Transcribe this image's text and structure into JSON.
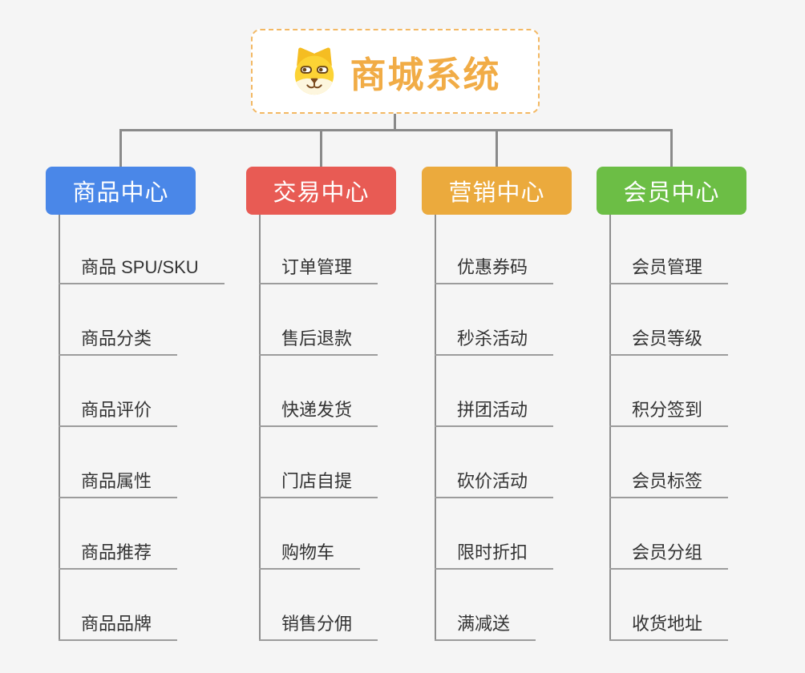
{
  "colors": {
    "background": "#f5f5f5",
    "connector": "#8a8a8a",
    "leaf_line": "#9c9c9c",
    "leaf_text": "#333333"
  },
  "root": {
    "title": "商城系统",
    "icon": "dog-icon",
    "text_color": "#f1ac46",
    "border_color": "#f3b863",
    "background": "#ffffff"
  },
  "branches": [
    {
      "label": "商品中心",
      "color": "#4a87e8",
      "items": [
        "商品 SPU/SKU",
        "商品分类",
        "商品评价",
        "商品属性",
        "商品推荐",
        "商品品牌"
      ]
    },
    {
      "label": "交易中心",
      "color": "#e85b54",
      "items": [
        "订单管理",
        "售后退款",
        "快递发货",
        "门店自提",
        "购物车",
        "销售分佣"
      ]
    },
    {
      "label": "营销中心",
      "color": "#ebaa3d",
      "items": [
        "优惠券码",
        "秒杀活动",
        "拼团活动",
        "砍价活动",
        "限时折扣",
        "满减送"
      ]
    },
    {
      "label": "会员中心",
      "color": "#6cbe45",
      "items": [
        "会员管理",
        "会员等级",
        "积分签到",
        "会员标签",
        "会员分组",
        "收货地址"
      ]
    }
  ]
}
